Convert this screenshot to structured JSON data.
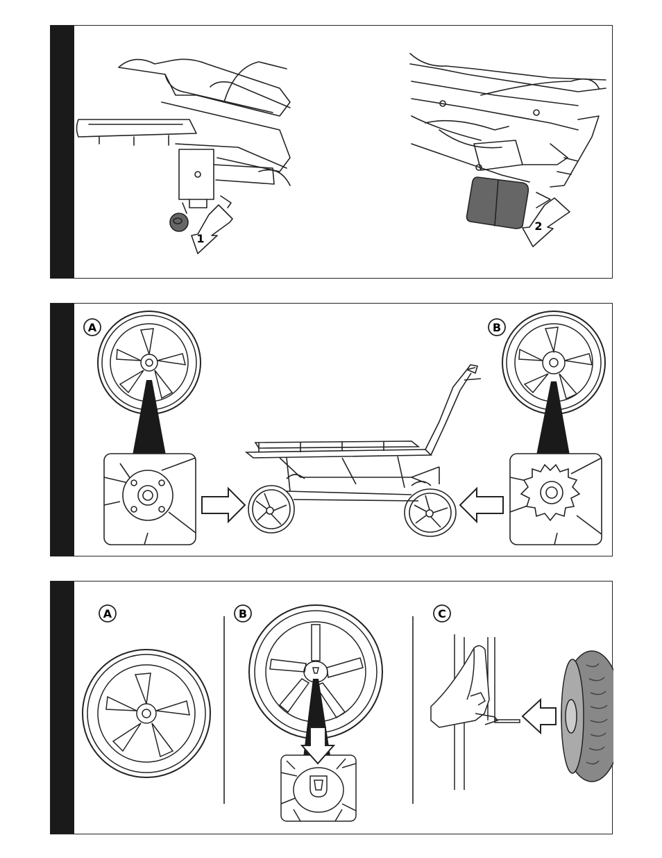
{
  "panel1": {
    "callouts": [
      {
        "number": "1"
      },
      {
        "number": "2"
      }
    ]
  },
  "panel2": {
    "labels": {
      "left": "A",
      "right": "B"
    }
  },
  "panel3": {
    "labels": {
      "a": "A",
      "b": "B",
      "c": "C"
    }
  }
}
